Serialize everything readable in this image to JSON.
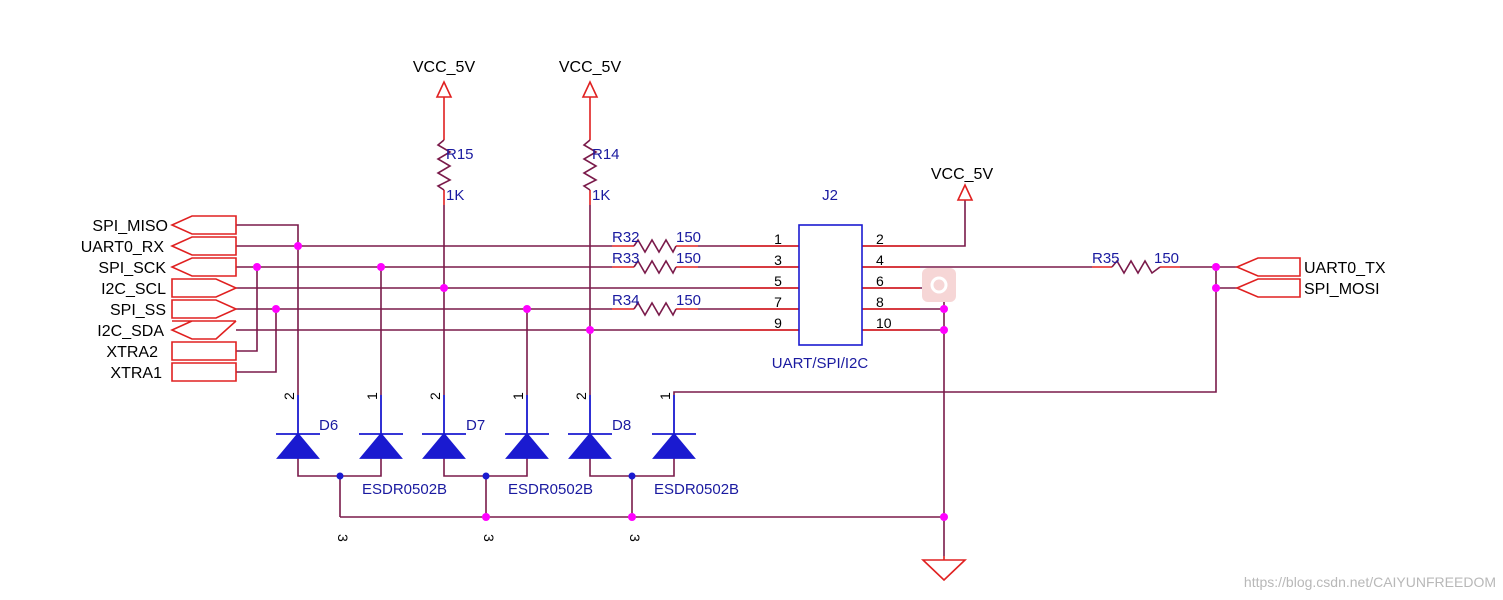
{
  "power": {
    "vcc_label": "VCC_5V"
  },
  "resistors": {
    "r15": {
      "ref": "R15",
      "value": "1K"
    },
    "r14": {
      "ref": "R14",
      "value": "1K"
    },
    "r32": {
      "ref": "R32",
      "value": "150"
    },
    "r33": {
      "ref": "R33",
      "value": "150"
    },
    "r34": {
      "ref": "R34",
      "value": "150"
    },
    "r35": {
      "ref": "R35",
      "value": "150"
    }
  },
  "connector": {
    "ref": "J2",
    "name": "UART/SPI/I2C",
    "left_pins": [
      "1",
      "3",
      "5",
      "7",
      "9"
    ],
    "right_pins": [
      "2",
      "4",
      "6",
      "8",
      "10"
    ]
  },
  "left_ports": [
    "SPI_MISO",
    "UART0_RX",
    "SPI_SCK",
    "I2C_SCL",
    "SPI_SS",
    "I2C_SDA",
    "XTRA2",
    "XTRA1"
  ],
  "right_ports": [
    "UART0_TX",
    "SPI_MOSI"
  ],
  "diodes": {
    "d6": {
      "ref": "D6",
      "part": "ESDR0502B",
      "pin_a": "2",
      "pin_b": "1",
      "pin_c": "3"
    },
    "d7": {
      "ref": "D7",
      "part": "ESDR0502B",
      "pin_a": "2",
      "pin_b": "1",
      "pin_c": "3"
    },
    "d8": {
      "ref": "D8",
      "part": "ESDR0502B",
      "pin_a": "2",
      "pin_b": "1",
      "pin_c": "3"
    }
  },
  "watermark": "https://blog.csdn.net/CAIYUNFREEDOM",
  "colors": {
    "wire": "#7a1a4a",
    "symbol": "#e02020",
    "component": "#1a1ad0",
    "junction": "#ff00ff"
  }
}
